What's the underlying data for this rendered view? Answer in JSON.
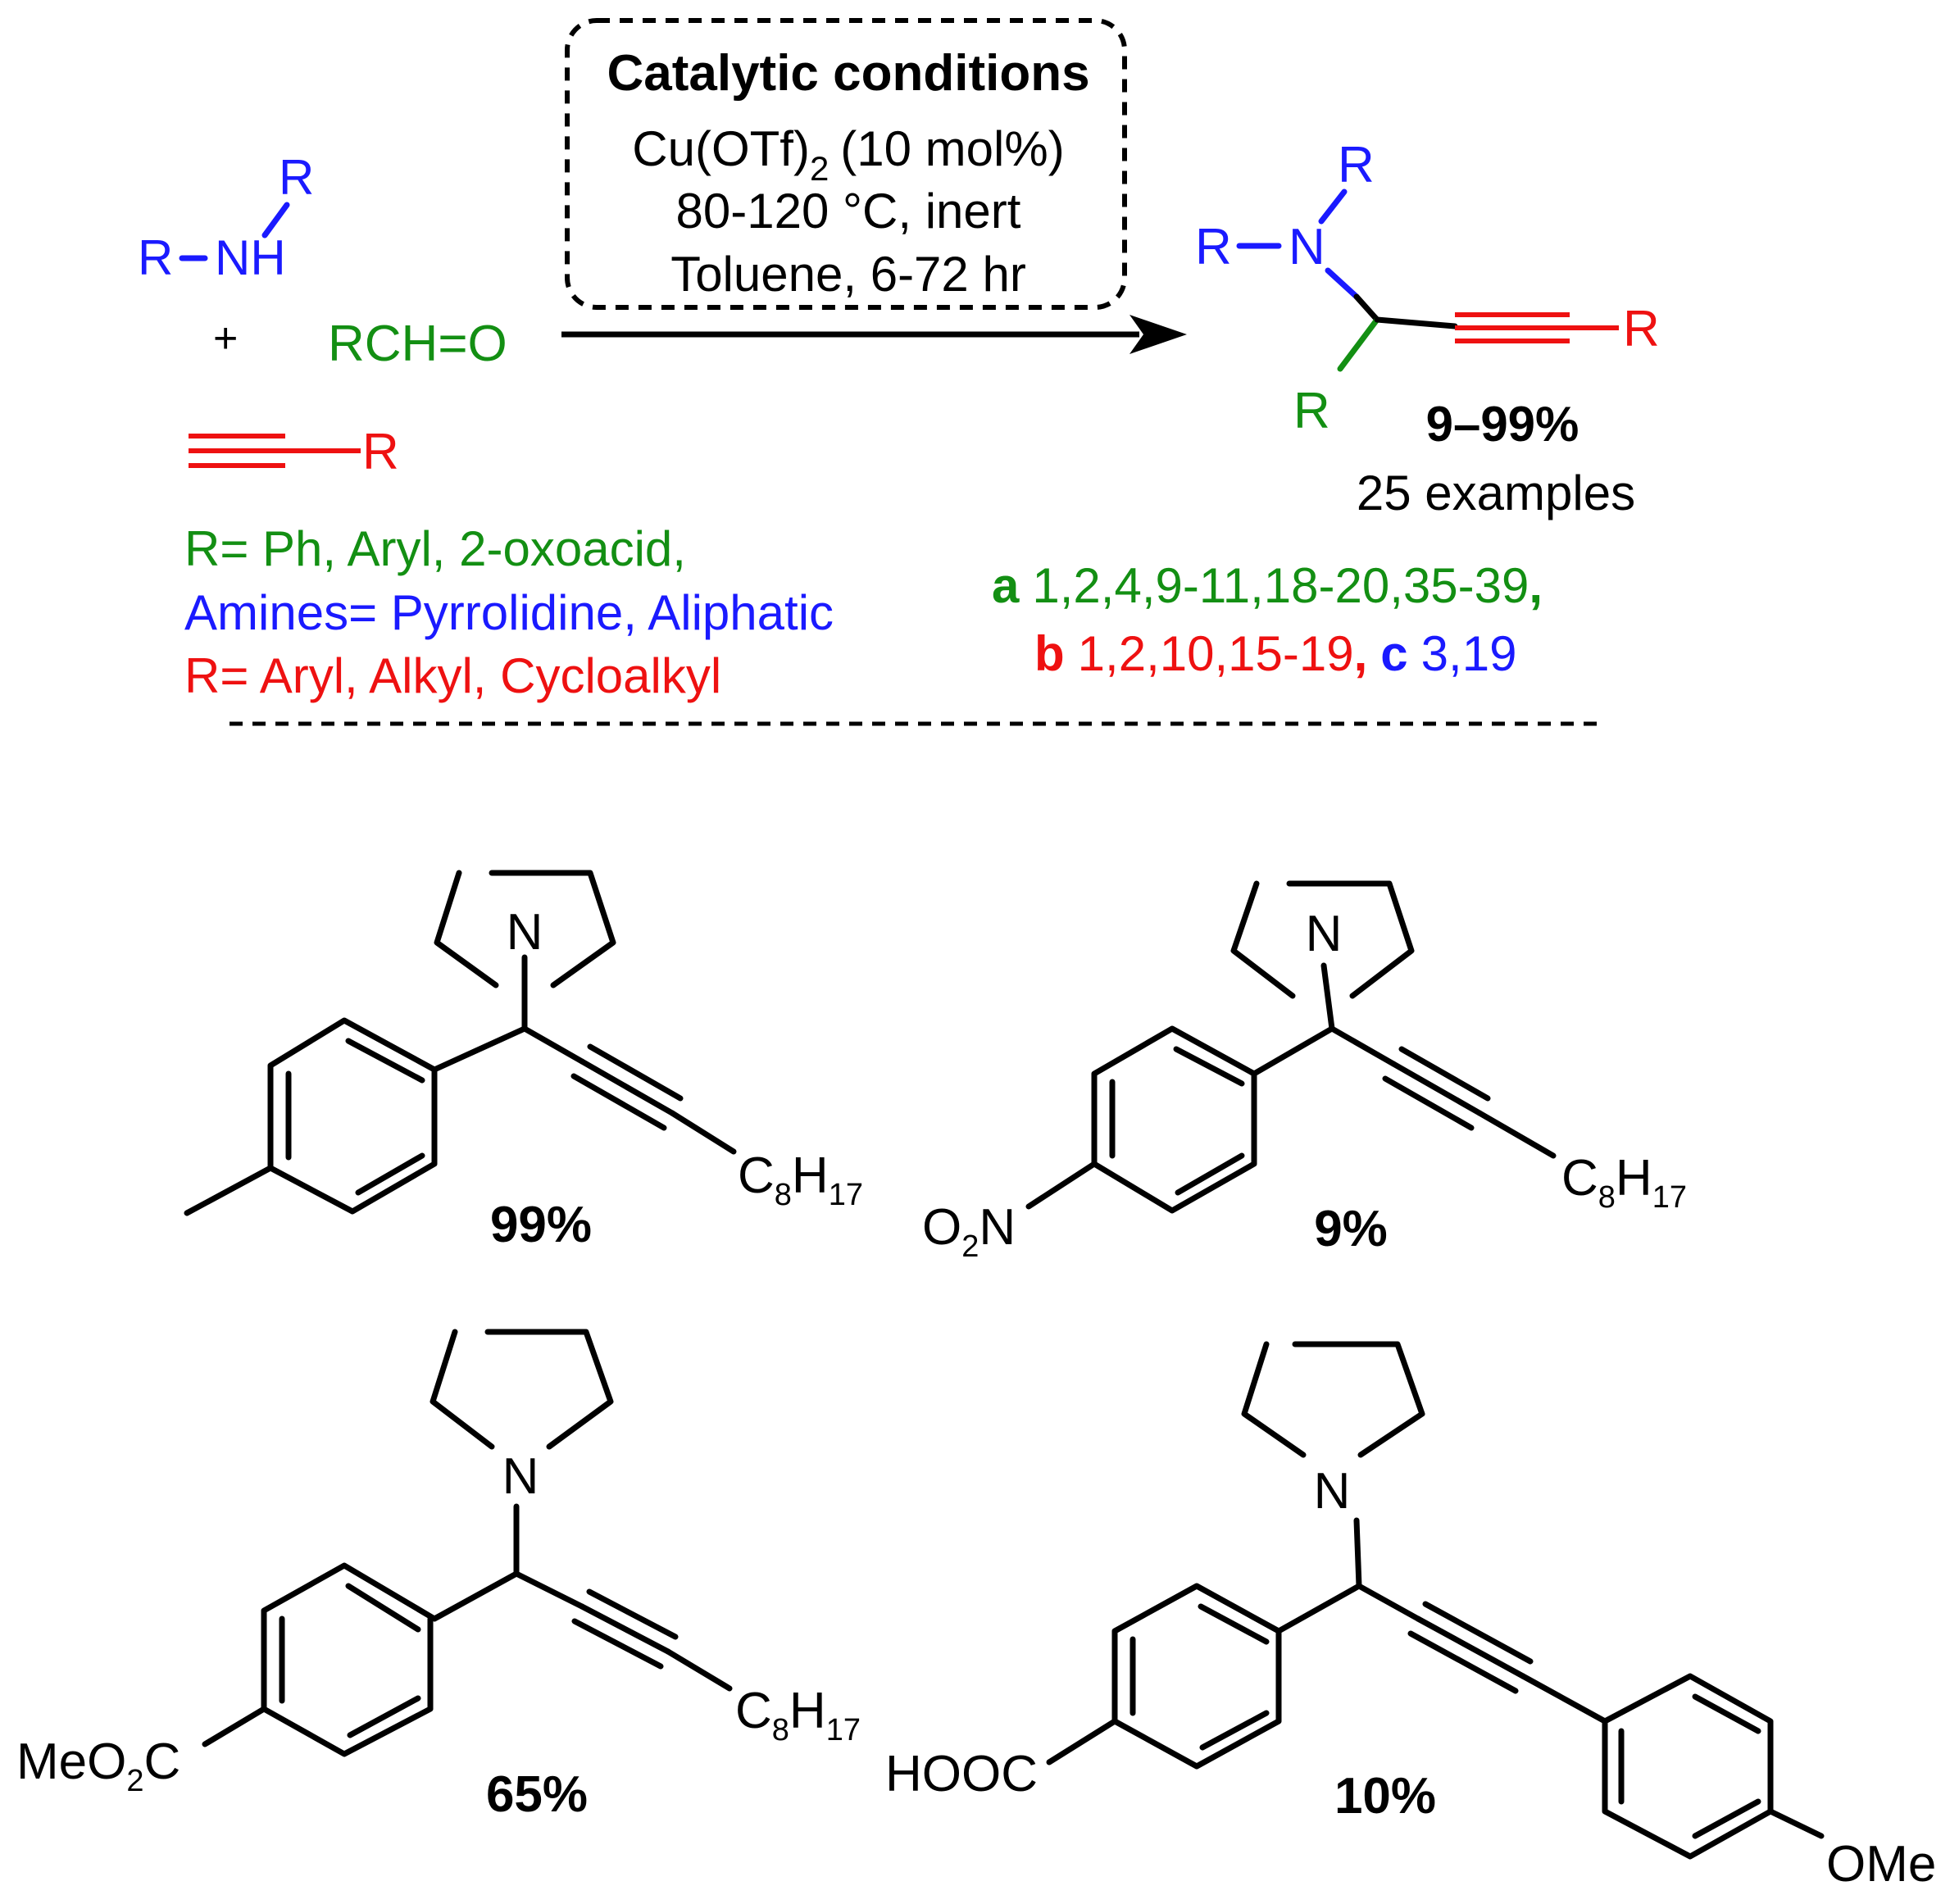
{
  "colors": {
    "black": "#000000",
    "amine_blue": "#1a1aff",
    "aldehyde_green": "#138f13",
    "alkyne_red": "#ee1111"
  },
  "conditions": {
    "title": "Catalytic conditions",
    "catalyst": "Cu(OTf)",
    "catalyst_sub": "2",
    "loading": "(10 mol%)",
    "temperature": "80-120 °C, inert",
    "solvent_time": "Toluene, 6-72 hr"
  },
  "reactants": {
    "amine_r_top": "R",
    "amine_r_left": "R",
    "amine_nh": "NH",
    "plus": "+",
    "aldehyde": "RCH=O",
    "alkyne_r": "R"
  },
  "product": {
    "r_top": "R",
    "r_left": "R",
    "n": "N",
    "r_bottom": "R",
    "r_right": "R",
    "yield_range": "9–99%",
    "examples": "25 examples"
  },
  "scope": {
    "aldehyde_r": "R= Ph, Aryl, 2-oxoacid,",
    "amines": "Amines= Pyrrolidine, Aliphatic",
    "alkyne_r": "R= Aryl, Alkyl, Cycloalkyl"
  },
  "refs": {
    "a_label": "a",
    "a_list": "1,2,4,9-11,18-20,35-39",
    "a_comma": ",",
    "b_label": "b",
    "b_list": "1,2,10,15-19",
    "b_comma": ",",
    "c_label": "c",
    "c_list": "3,19"
  },
  "examples": [
    {
      "yield": "99%",
      "para_group": "",
      "alkyne_group": "C8H17"
    },
    {
      "yield": "9%",
      "para_group": "O2N",
      "alkyne_group": "C8H17"
    },
    {
      "yield": "65%",
      "para_group": "MeO2C",
      "alkyne_group": "C8H17"
    },
    {
      "yield": "10%",
      "para_group": "HOOC",
      "alkyne_group": "OMe"
    }
  ],
  "atoms": {
    "n": "N",
    "c": "C",
    "h": "H",
    "o": "O",
    "n17": "17",
    "n8": "8",
    "n2": "2",
    "me": "Me",
    "hooc": "HOOC"
  }
}
